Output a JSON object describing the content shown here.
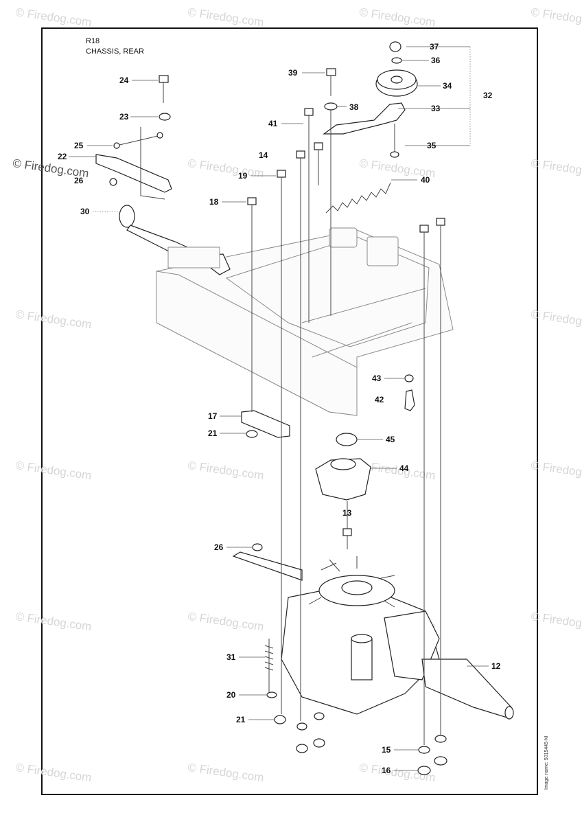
{
  "header": {
    "code": "R18",
    "title": "CHASSIS, REAR"
  },
  "watermark": {
    "text": "© Firedog.com"
  },
  "side_code": "Image name: 5015445-M",
  "callouts": {
    "c37": "37",
    "c36": "36",
    "c39": "39",
    "c34": "34",
    "c32": "32",
    "c38": "38",
    "c33": "33",
    "c41": "41",
    "c35": "35",
    "c24": "24",
    "c23": "23",
    "c25": "25",
    "c22": "22",
    "c14": "14",
    "c19": "19",
    "c40": "40",
    "c26a": "26",
    "c18": "18",
    "c30": "30",
    "c43": "43",
    "c42": "42",
    "c17": "17",
    "c21a": "21",
    "c45": "45",
    "c44": "44",
    "c13": "13",
    "c26b": "26",
    "c12": "12",
    "c31": "31",
    "c20": "20",
    "c21b": "21",
    "c15": "15",
    "c16": "16"
  }
}
